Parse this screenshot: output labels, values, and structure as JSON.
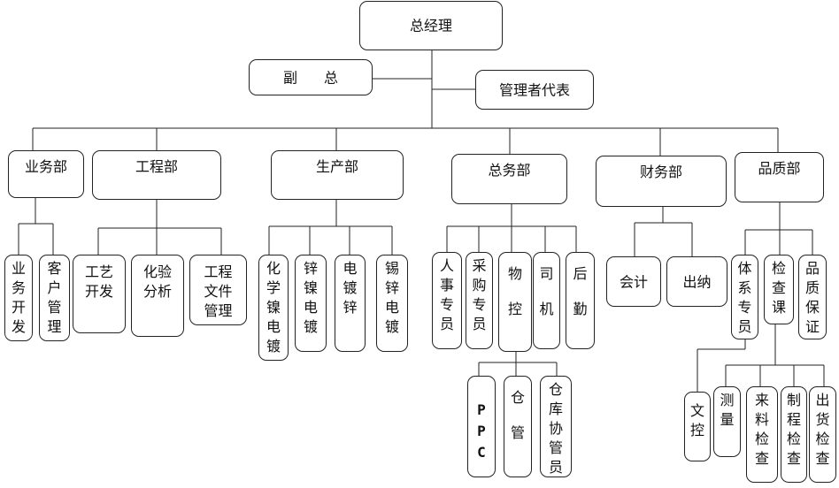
{
  "root": {
    "label": "总经理"
  },
  "deputy": {
    "label": "副总"
  },
  "rep": {
    "label": "管理者代表"
  },
  "depts": {
    "business": "业务部",
    "engineering": "工程部",
    "production": "生产部",
    "general": "总务部",
    "finance": "财务部",
    "quality": "品质部"
  },
  "business_subs": [
    "业务开发",
    "客户管理"
  ],
  "engineering_subs": [
    "工艺开发",
    "化验分析",
    "工程文件管理"
  ],
  "production_subs": [
    "化学镍电镀",
    "锌镍电镀",
    "电镀锌",
    "锡锌电镀"
  ],
  "general_subs": [
    "人事专员",
    "采购专员",
    "物控",
    "司机",
    "后勤"
  ],
  "material_subs": [
    "PPC",
    "仓管",
    "仓库协管员"
  ],
  "finance_subs": [
    "会计",
    "出纳"
  ],
  "quality_subs": [
    "体系专员",
    "检查课",
    "品质保证"
  ],
  "inspection_subs": [
    "文控",
    "测量",
    "来料检查",
    "制程检查",
    "出货检查"
  ]
}
